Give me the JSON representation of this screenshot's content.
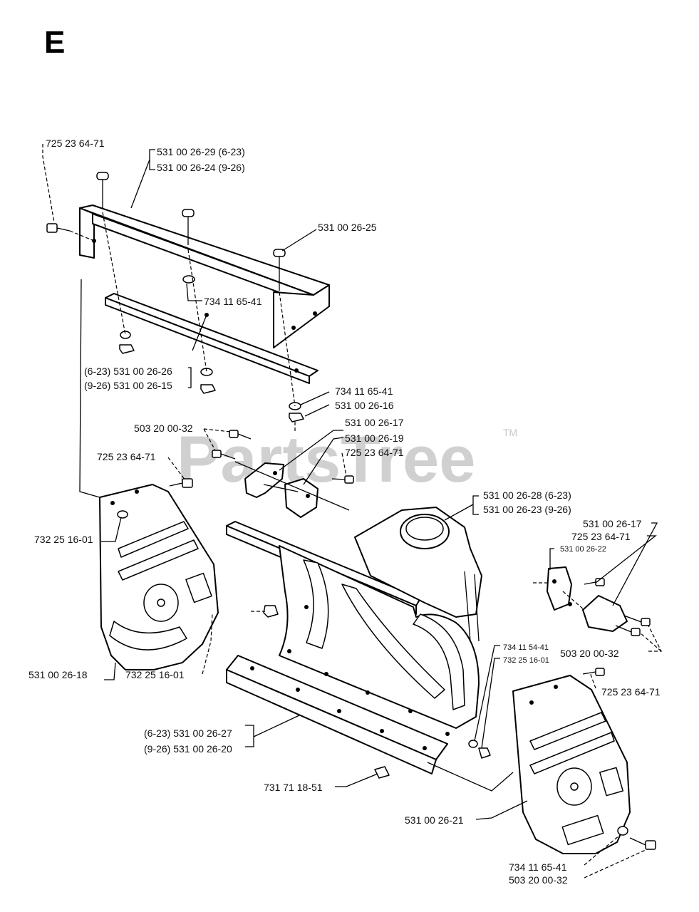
{
  "section_letter": "E",
  "watermark": {
    "text": "PartsTree",
    "tm": "TM",
    "color": "#d0d0d0"
  },
  "labels": {
    "l_725_top_left": "725 23 64-71",
    "l_531_29": "531 00 26-29 (6-23)",
    "l_531_24": "531 00 26-24 (9-26)",
    "l_531_25": "531 00 26-25",
    "l_734_center": "734 11 65-41",
    "l_531_26": "(6-23) 531 00 26-26",
    "l_531_15": "(9-26) 531 00 26-15",
    "l_734_right": "734 11 65-41",
    "l_531_16": "531 00 26-16",
    "l_503_mid": "503 20 00-32",
    "l_531_17_mid": "531 00 26-17",
    "l_531_19": "531 00 26-19",
    "l_725_mid_right": "725 23 64-71",
    "l_725_mid_left": "725 23 64-71",
    "l_531_28": "531 00 26-28 (6-23)",
    "l_531_23": "531 00 26-23 (9-26)",
    "l_531_17_right": "531 00 26-17",
    "l_725_right": "725 23 64-71",
    "l_531_22": "531 00 26-22",
    "l_732_left": "732 25 16-01",
    "l_503_right": "503 20 00-32",
    "l_734_54": "734 11 54-41",
    "l_732_right": "732 25 16-01",
    "l_725_lower_right": "725 23 64-71",
    "l_531_18": "531 00 26-18",
    "l_732_bottom": "732 25 16-01",
    "l_531_27": "(6-23) 531 00 26-27",
    "l_531_20": "(9-26) 531 00 26-20",
    "l_731": "731 71 18-51",
    "l_531_21": "531 00 26-21",
    "l_734_bottom": "734 11 65-41",
    "l_503_bottom": "503 20 00-32"
  }
}
